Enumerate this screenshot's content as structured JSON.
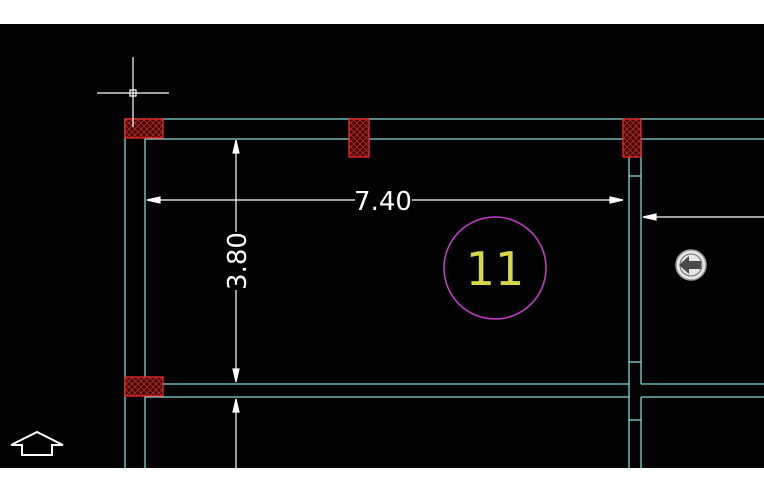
{
  "drawing": {
    "colors": {
      "background": "#000000",
      "wall": "#7fd8d8",
      "dimension": "#ffffff",
      "column_outline": "#ff2a2a",
      "column_hatch": "#8a1e1e",
      "room_circle": "#c23cc2",
      "room_number": "#d6d84a"
    },
    "dimension_horizontal": "7.40",
    "dimension_vertical": "3.80",
    "room_number": "11",
    "icons": [
      "crosshair-cursor-icon",
      "pan-up-arrow-icon",
      "pan-left-arrow-icon"
    ]
  }
}
